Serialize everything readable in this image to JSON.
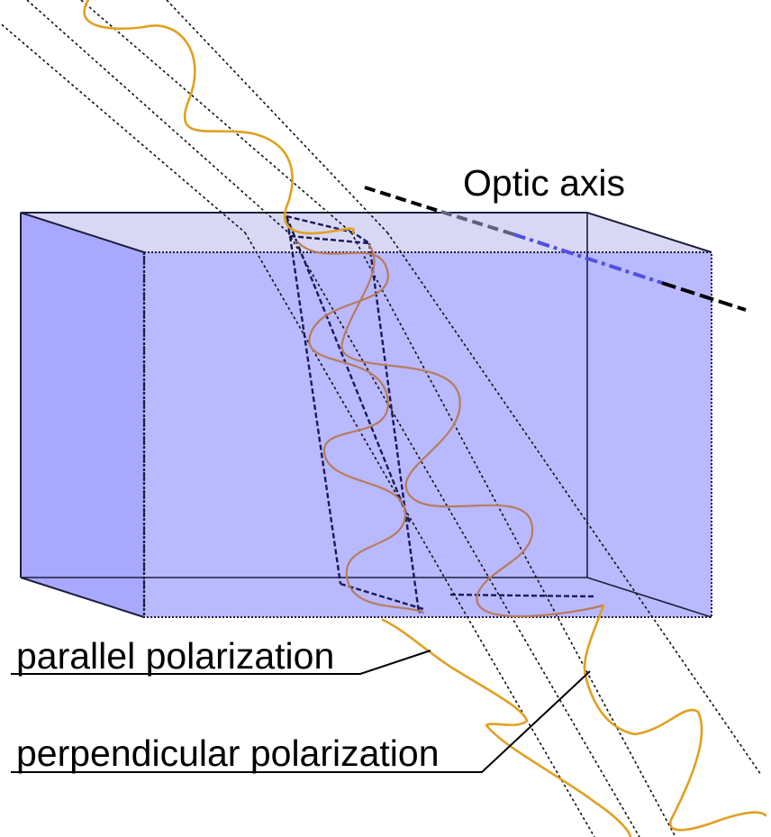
{
  "labels": {
    "optic_axis": "Optic axis",
    "parallel": "parallel polarization",
    "perpendicular": "perpendicular polarization"
  },
  "colors": {
    "crystal_fill": "#b4b4ff",
    "crystal_side": "#a8a8ff",
    "crystal_top": "#d8d8f4",
    "edge": "#1e1e3c",
    "wave_outside": "#e0a020",
    "wave_inside": "#b87c5c",
    "optic_axis_outside": "#000000",
    "optic_axis_inside": "#5050e0",
    "optic_axis_dim": "#606078"
  }
}
